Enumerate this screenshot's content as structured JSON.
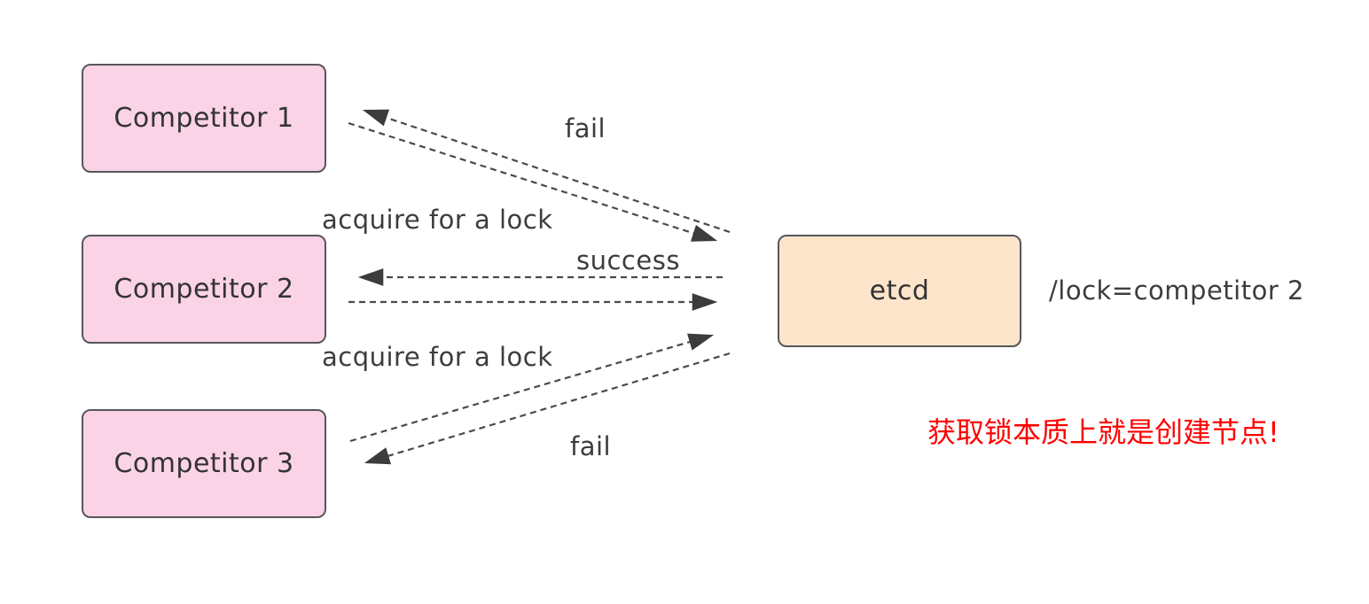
{
  "nodes": {
    "competitor1": {
      "label": "Competitor 1"
    },
    "competitor2": {
      "label": "Competitor 2"
    },
    "competitor3": {
      "label": "Competitor 3"
    },
    "etcd": {
      "label": "etcd"
    }
  },
  "edge_labels": {
    "c1_request": "acquire for a lock",
    "c1_response": "fail",
    "c2_request": "acquire for a lock",
    "c2_response": "success",
    "c3_response": "fail"
  },
  "annotations": {
    "lock_key": "/lock=competitor 2",
    "note": "获取锁本质上就是创建节点!"
  },
  "colors": {
    "competitor_fill": "#fbd3e7",
    "etcd_fill": "#fde5cc",
    "node_border": "#57575b",
    "arrow": "#4a4a4a",
    "arrowhead": "#3c3c3c",
    "label_text": "#3d3d3d",
    "note_red": "#ff0000",
    "background": "#ffffff"
  }
}
